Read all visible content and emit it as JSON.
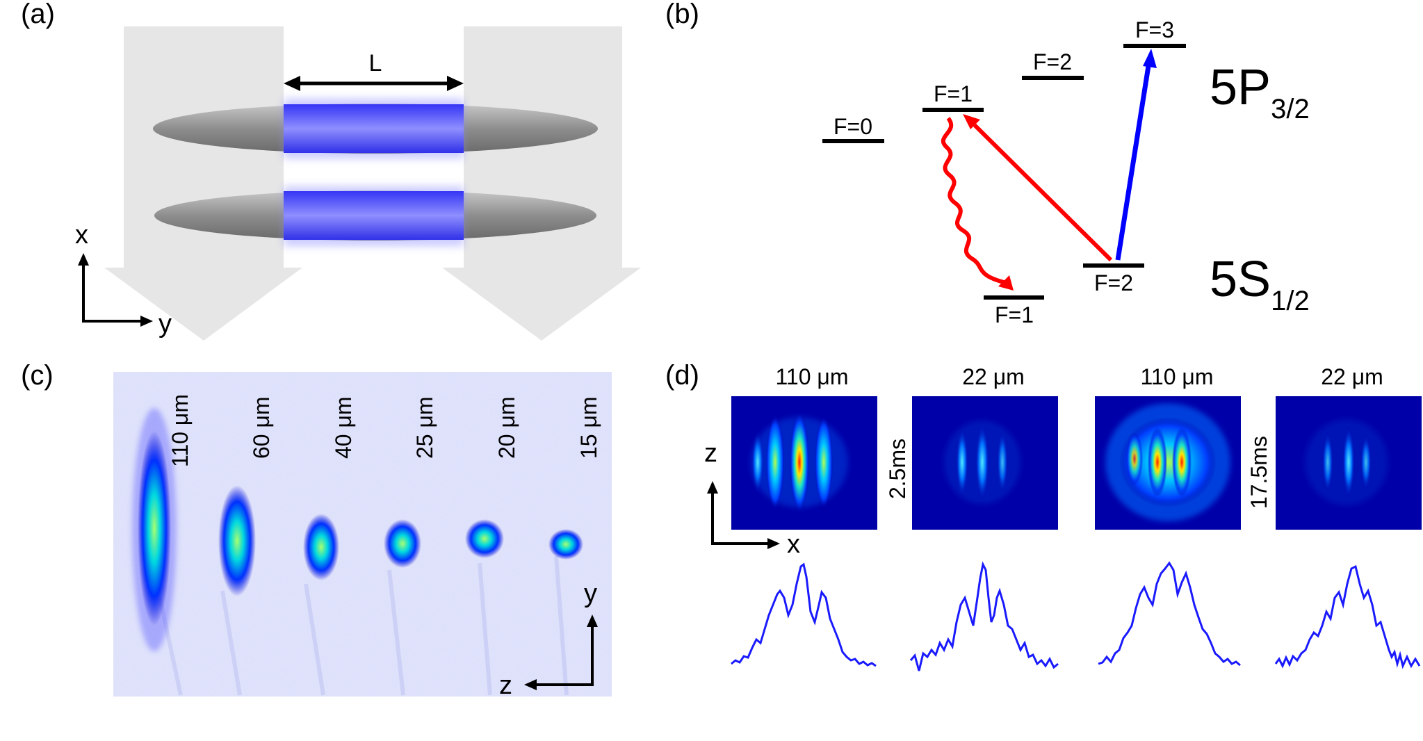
{
  "panels": {
    "a": {
      "label": "(a)",
      "length_label": "L",
      "axis_x": "x",
      "axis_y": "y"
    },
    "b": {
      "label": "(b)",
      "excited_state": {
        "main": "5P",
        "sub": "3/2"
      },
      "ground_state": {
        "main": "5S",
        "sub": "1/2"
      },
      "excited_levels": [
        "F=0",
        "F=1",
        "F=2",
        "F=3"
      ],
      "ground_levels": [
        "F=1",
        "F=2"
      ]
    },
    "c": {
      "label": "(c)",
      "sizes": [
        "110 μm",
        "60 μm",
        "40 μm",
        "25 μm",
        "20 μm",
        "15 μm"
      ],
      "axis_y": "y",
      "axis_z": "z"
    },
    "d": {
      "label": "(d)",
      "column_titles": [
        "110 μm",
        "22 μm",
        "110 μm",
        "22 μm"
      ],
      "times": [
        "2.5ms",
        "17.5ms"
      ],
      "axis_z": "z",
      "axis_x": "x"
    }
  },
  "colors": {
    "repump": "#ff0000",
    "pump": "#0000ff",
    "profile": "#1a1aff",
    "atom_blue": "#3a3aff"
  }
}
